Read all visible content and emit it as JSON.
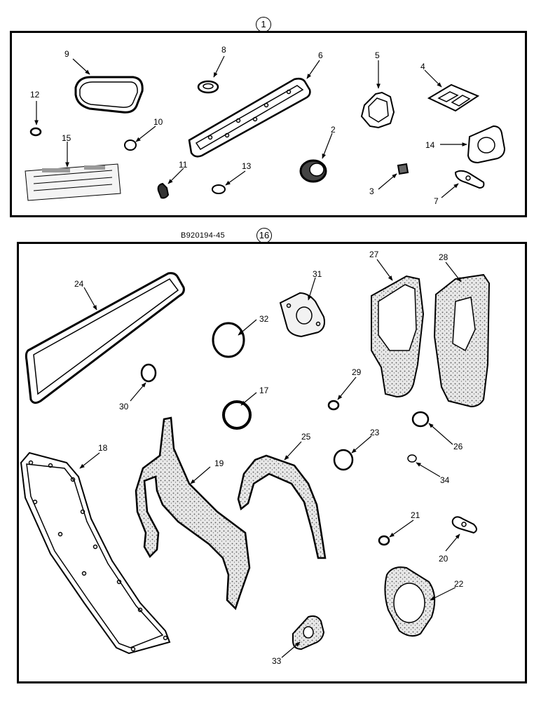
{
  "panel1": {
    "kit_number": "1",
    "callouts": [
      "9",
      "8",
      "6",
      "5",
      "4",
      "12",
      "10",
      "15",
      "2",
      "14",
      "11",
      "13",
      "3",
      "7"
    ]
  },
  "panel2": {
    "kit_number": "16",
    "drawing_code": "B920194-45",
    "callouts": [
      "24",
      "31",
      "32",
      "27",
      "28",
      "30",
      "17",
      "29",
      "18",
      "19",
      "25",
      "23",
      "26",
      "34",
      "21",
      "20",
      "22",
      "33"
    ]
  }
}
